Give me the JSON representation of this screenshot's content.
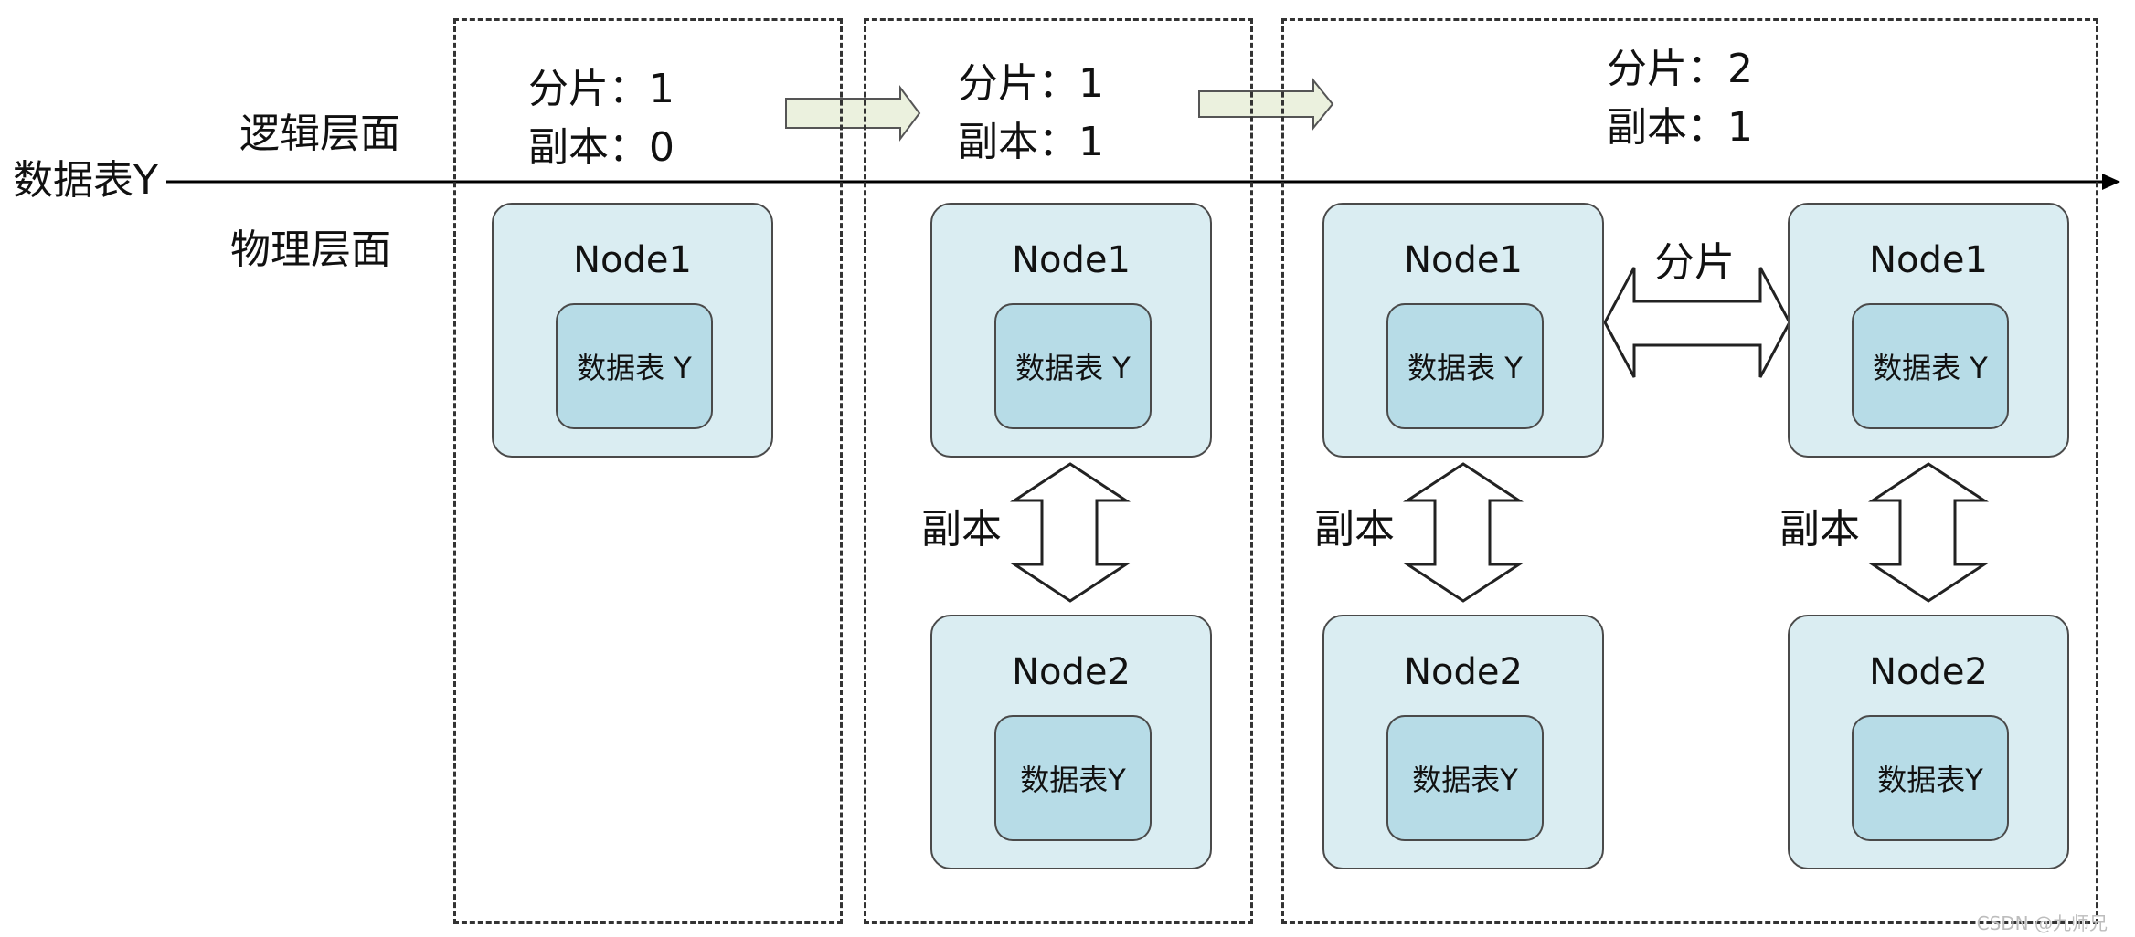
{
  "axis": {
    "table_label": "数据表Y",
    "logical_label": "逻辑层面",
    "physical_label": "物理层面"
  },
  "stages": [
    {
      "shard_row": "分片：1",
      "replica_row": "副本：0",
      "nodes": [
        {
          "name": "Node1",
          "table": "数据表 Y"
        }
      ]
    },
    {
      "shard_row": "分片：1",
      "replica_row": "副本：1",
      "nodes": [
        {
          "name": "Node1",
          "table": "数据表 Y"
        },
        {
          "name": "Node2",
          "table": "数据表Y"
        }
      ],
      "replica_arrow_label": "副本"
    },
    {
      "shard_row": "分片：2",
      "replica_row": "副本：1",
      "nodes": [
        {
          "name": "Node1",
          "table": "数据表 Y"
        },
        {
          "name": "Node2",
          "table": "数据表Y"
        },
        {
          "name": "Node1",
          "table": "数据表 Y"
        },
        {
          "name": "Node2",
          "table": "数据表Y"
        }
      ],
      "shard_arrow_label": "分片",
      "replica_arrow_label": "副本"
    }
  ],
  "colors": {
    "node_fill": "#daedf2",
    "table_fill": "#b7dce7",
    "transition_arrow_fill": "#ebf1de"
  },
  "watermark": "CSDN @九师兄"
}
